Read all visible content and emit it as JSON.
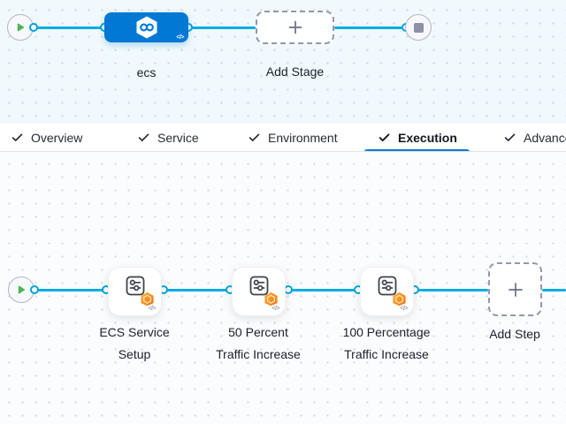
{
  "stage_pipeline": {
    "stage": {
      "name": "ecs"
    },
    "add_stage_label": "Add Stage"
  },
  "tabs": {
    "active": "Execution",
    "items": [
      {
        "label": "Overview"
      },
      {
        "label": "Service"
      },
      {
        "label": "Environment"
      },
      {
        "label": "Execution"
      },
      {
        "label": "Advanced"
      }
    ]
  },
  "execution": {
    "steps": [
      {
        "name_line1": "ECS Service",
        "name_line2": "Setup"
      },
      {
        "name_line1": "50 Percent",
        "name_line2": "Traffic Increase"
      },
      {
        "name_line1": "100 Percentage",
        "name_line2": "Traffic Increase"
      }
    ],
    "add_step_label": "Add Step"
  },
  "icons": {
    "start": "play-icon",
    "end": "stop-icon",
    "stage": "deploy-hexagon-infinity-icon",
    "step": "sliders-step-icon",
    "step_badge": "aws-ecs-hexagon-icon",
    "code": "code-brackets-icon",
    "tab_check": "check-icon",
    "add": "plus-icon"
  },
  "colors": {
    "accent_blue": "#0278d5",
    "wire_blue": "#00ade4",
    "play_green": "#4fb458",
    "neutral_gray": "#9293ab",
    "ecs_badge_orange": "#f08922",
    "canvas_top_bg": "#f1f9fd",
    "canvas_bottom_bg": "#fbfcfd"
  }
}
